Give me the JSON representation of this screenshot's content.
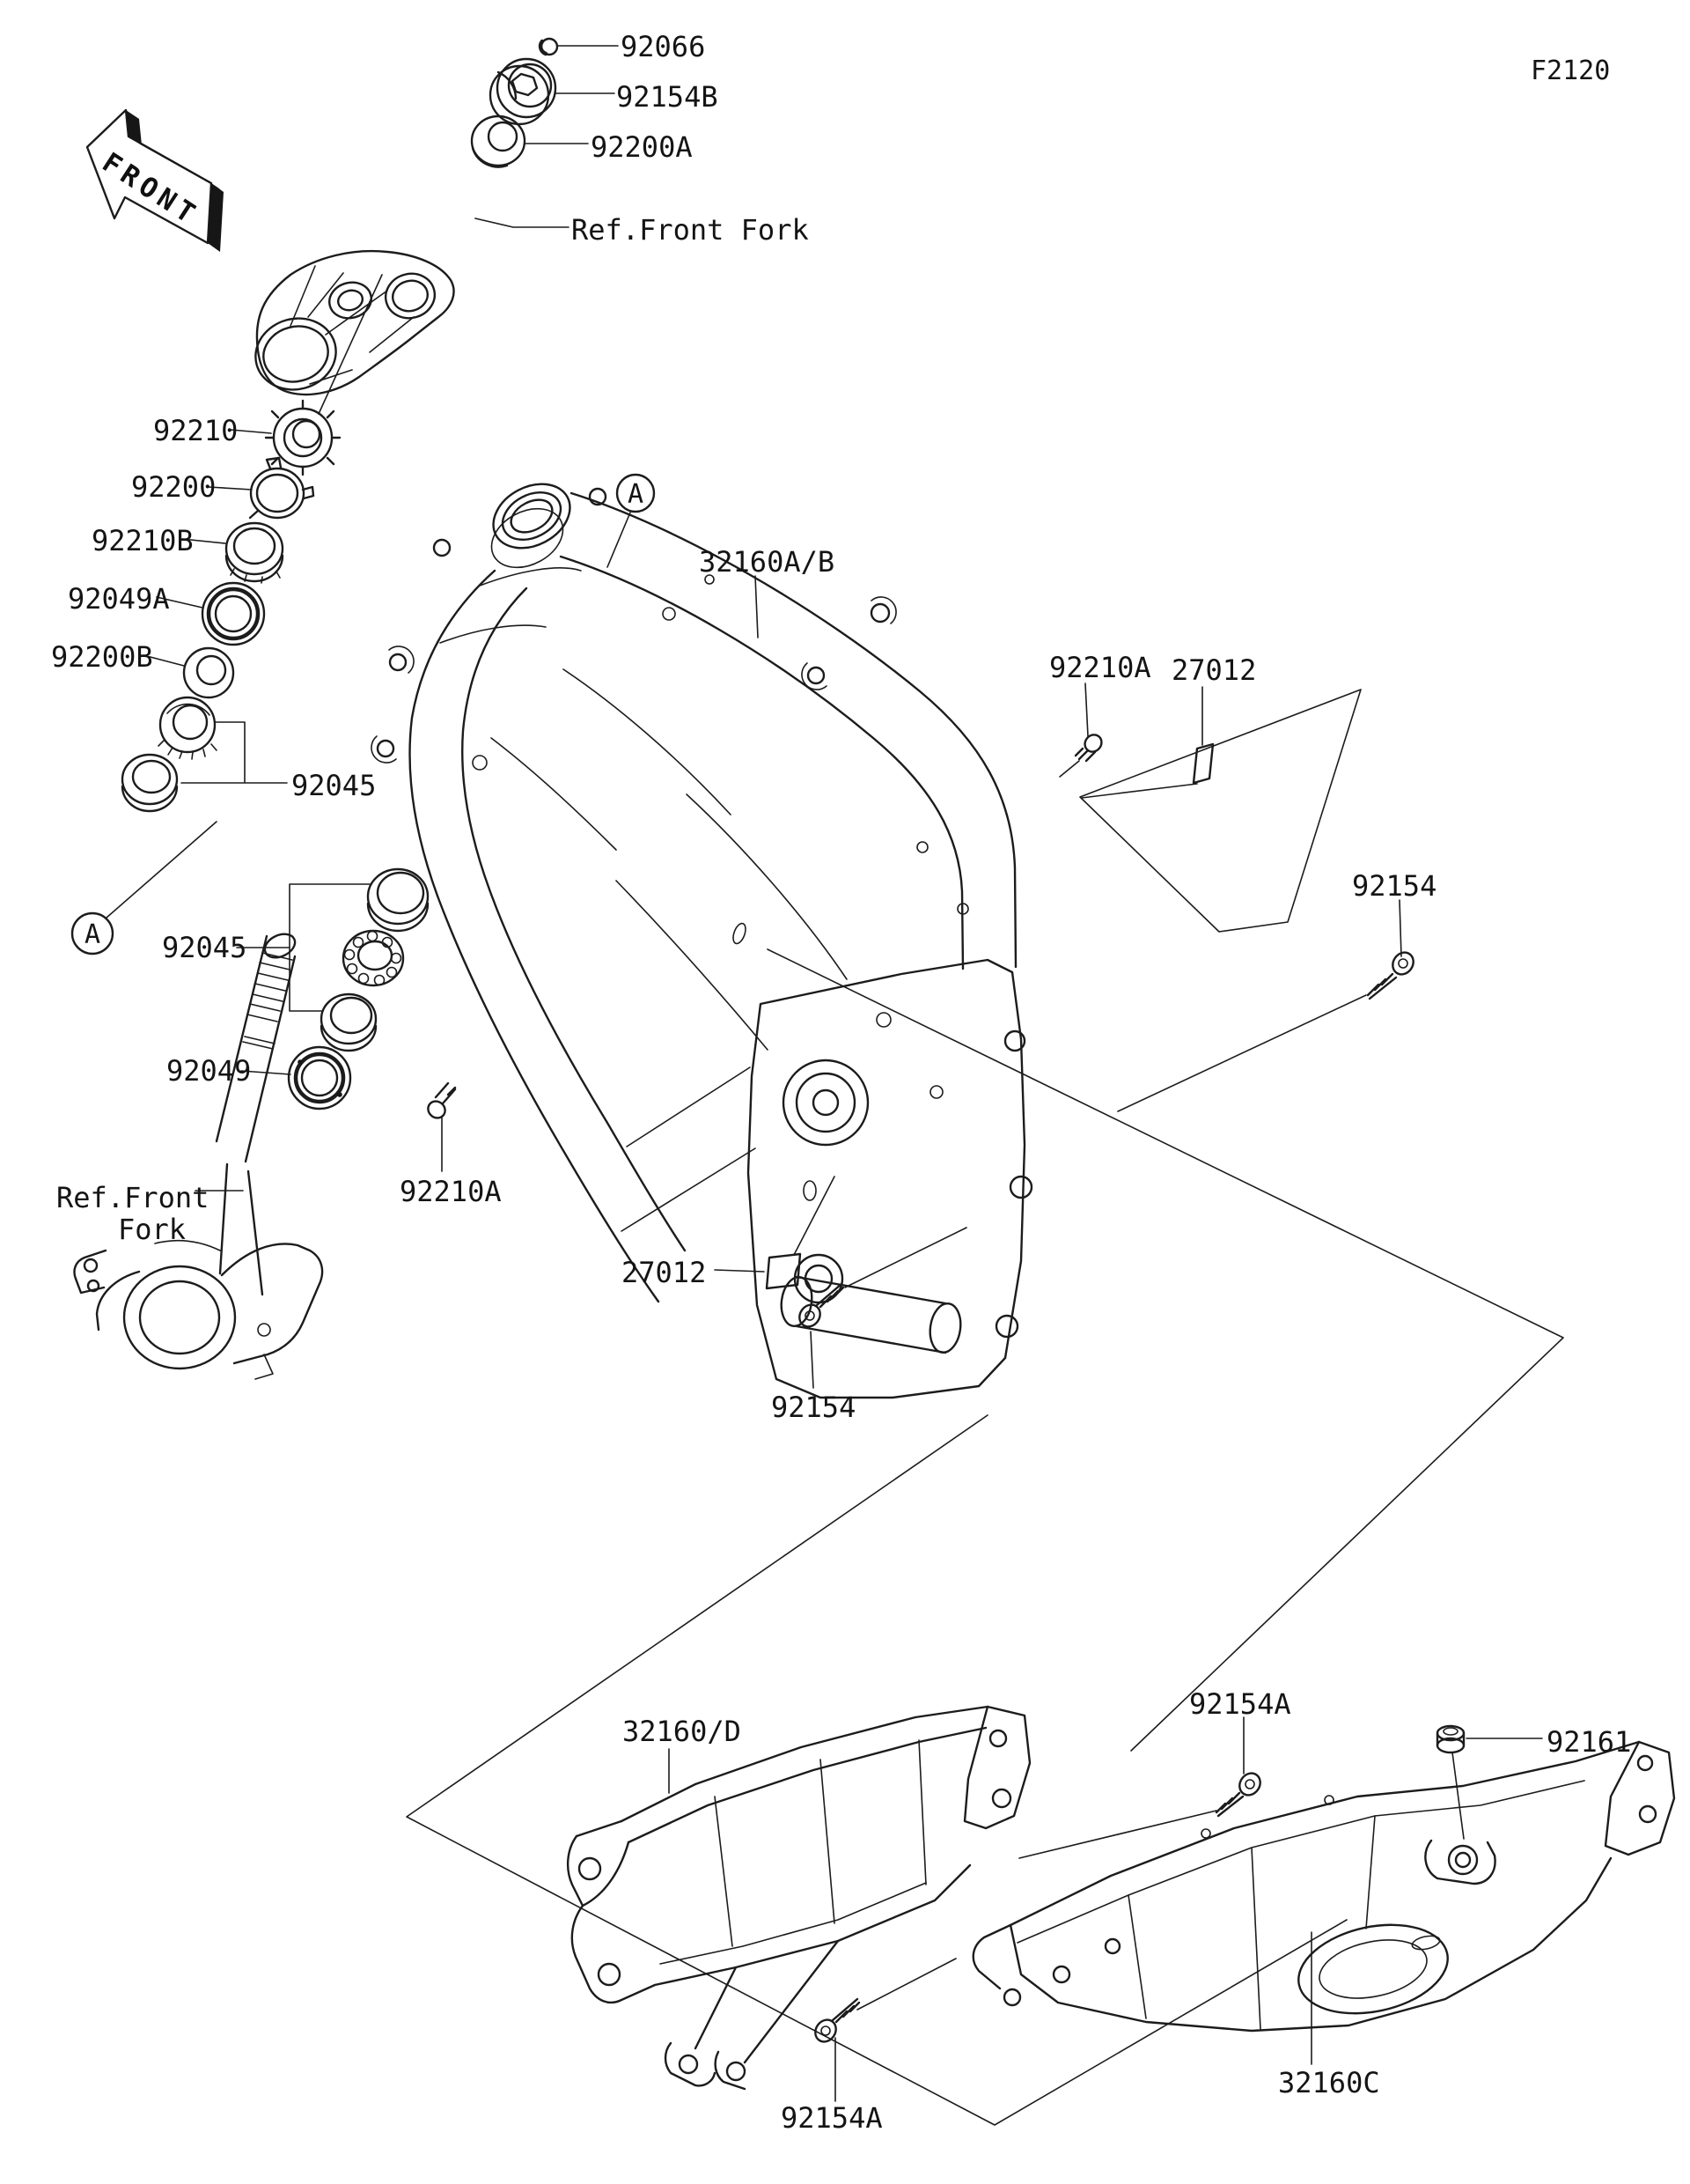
{
  "figure": {
    "code": "F2120",
    "front_label": "FRONT",
    "detail_label": "A"
  },
  "parts": {
    "p92066": "92066",
    "p92154B": "92154B",
    "p92200A": "92200A",
    "ref_front_fork": "Ref.Front Fork",
    "ref_front": "Ref.Front",
    "fork": "Fork",
    "p92210": "92210",
    "p92200": "92200",
    "p92210B": "92210B",
    "p92049A": "92049A",
    "p92200B": "92200B",
    "p92045": "92045",
    "p92049": "92049",
    "p92210A": "92210A",
    "p27012": "27012",
    "p92154": "92154",
    "p32160AB": "32160A/B",
    "p32160D": "32160/D",
    "p92154A": "92154A",
    "p92161": "92161",
    "p32160C": "32160C"
  }
}
